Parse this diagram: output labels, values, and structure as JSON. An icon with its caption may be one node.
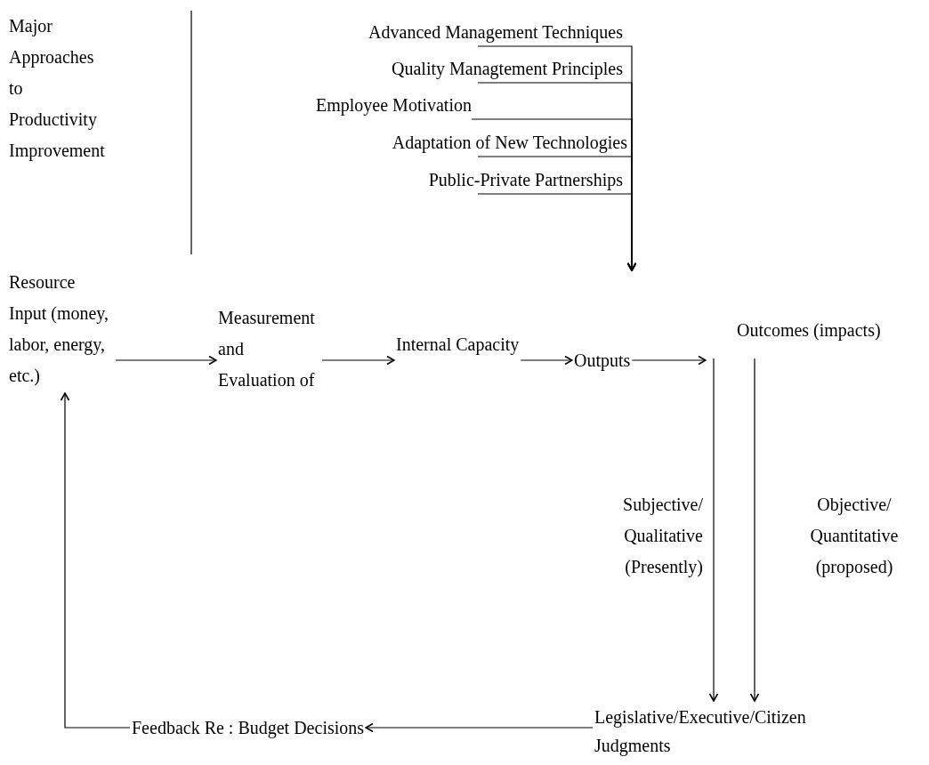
{
  "diagram": {
    "nodes": [
      {
        "text": [
          "Major Approaches to Productivity Improvement"
        ]
      },
      {
        "text": [
          "Advanced Management Techniques"
        ]
      },
      {
        "text": [
          "Quality Managtement Principles"
        ]
      },
      {
        "text": [
          "Employee Motivation"
        ]
      },
      {
        "text": [
          "Adaptation of New Technologies"
        ]
      },
      {
        "text": [
          "Public-Private Partnerships"
        ]
      },
      {
        "text": [
          "Resource Input (money, labor, energy, etc.)"
        ]
      },
      {
        "text": [
          "Measurement and Evaluation of"
        ]
      },
      {
        "text": [
          "Internal Capacity"
        ]
      },
      {
        "text": [
          "Outputs"
        ]
      },
      {
        "text": [
          "Outcomes (impacts)"
        ]
      },
      {
        "text": [
          "Legislative/Executive/Citizen Judgments"
        ]
      },
      {
        "text": [
          "Feedback Re : Budget Decisions"
        ]
      }
    ],
    "edges": [
      {
        "from": 1,
        "to": null,
        "arrow": "to"
      },
      {
        "from": 2,
        "to": null,
        "arrow": "to"
      },
      {
        "from": 3,
        "to": null,
        "arrow": "to"
      },
      {
        "from": 4,
        "to": null,
        "arrow": "to"
      },
      {
        "from": 5,
        "to": null,
        "arrow": "to"
      },
      {
        "from": 6,
        "to": 7,
        "arrow": "to"
      },
      {
        "from": 7,
        "to": 8,
        "arrow": "to"
      },
      {
        "from": 8,
        "to": 9,
        "arrow": "to"
      },
      {
        "from": 9,
        "to": 10,
        "arrow": "to"
      },
      {
        "from": 10,
        "to": 11,
        "arrow": "to",
        "label": "Subjective/ Qualitative (Presently)"
      },
      {
        "from": 10,
        "to": 11,
        "arrow": "to",
        "label": "Objective/ Quantitative (proposed)"
      },
      {
        "from": 11,
        "to": 12,
        "arrow": "to"
      },
      {
        "from": 12,
        "to": 6,
        "arrow": "to"
      }
    ]
  }
}
